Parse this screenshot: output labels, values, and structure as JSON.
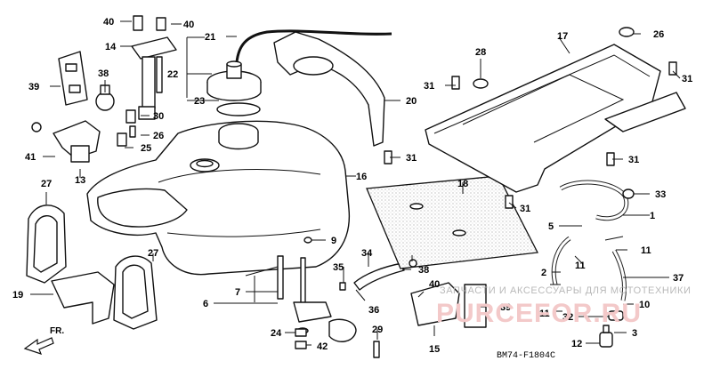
{
  "diagram": {
    "callouts": [
      "1",
      "2",
      "3",
      "5",
      "6",
      "7",
      "9",
      "10",
      "11",
      "12",
      "13",
      "14",
      "15",
      "16",
      "17",
      "18",
      "19",
      "20",
      "21",
      "22",
      "23",
      "24",
      "25",
      "26",
      "27",
      "28",
      "29",
      "30",
      "31",
      "32",
      "33",
      "34",
      "35",
      "36",
      "37",
      "38",
      "39",
      "40",
      "41",
      "42"
    ],
    "watermark_line1": "ЗАПЧАСТИ И АКСЕССУАРЫ ДЛЯ МОТОТЕХНИКИ",
    "watermark_line2": "PURCEFOR.RU",
    "figure_code": "BM74-F1804C",
    "direction_label": "FR."
  }
}
